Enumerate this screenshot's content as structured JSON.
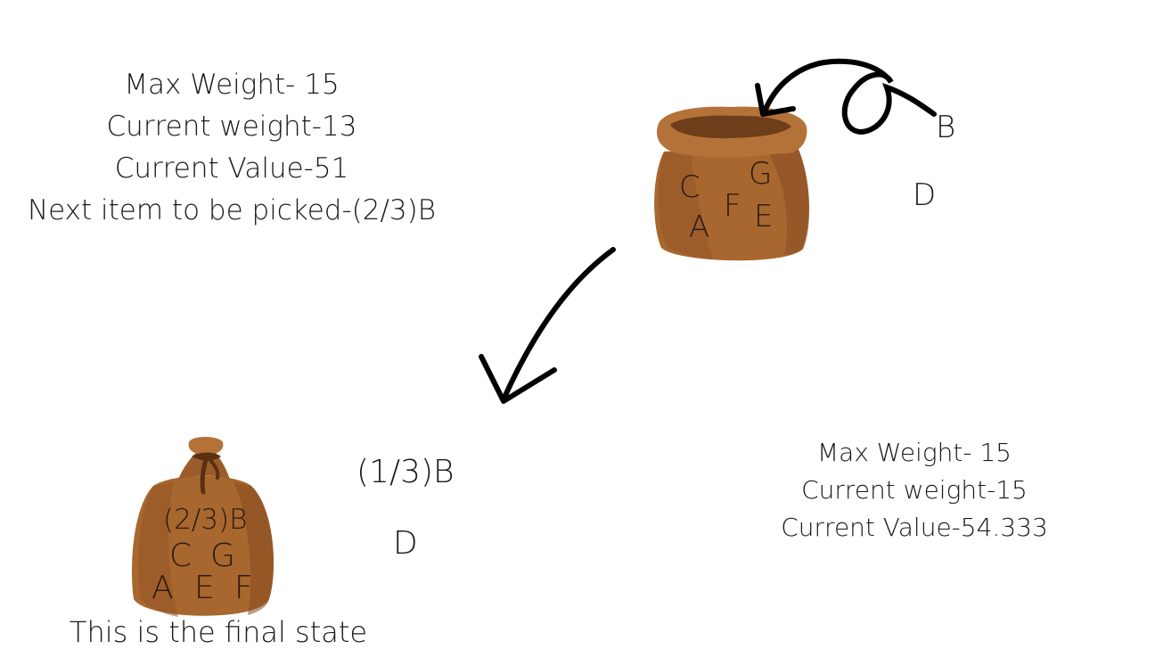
{
  "state_top": {
    "max_weight": "Max Weight- 15",
    "current_weight": "Current weight-13",
    "current_value": "Current Value-51",
    "next_item": "Next item to be picked-(2/3)B"
  },
  "open_bag": {
    "items": [
      "C",
      "G",
      "F",
      "A",
      "E"
    ]
  },
  "remaining_top": {
    "item_b": "B",
    "item_d": "D"
  },
  "state_bottom": {
    "max_weight": "Max Weight- 15",
    "current_weight": "Current weight-15",
    "current_value": "Current Value-54.333"
  },
  "closed_bag": {
    "fraction_item": "(2/3)B",
    "items": [
      "C",
      "G",
      "A",
      "E",
      "F"
    ]
  },
  "remaining_bottom": {
    "fraction_item": "(1/3)B",
    "item_d": "D"
  },
  "caption": "This is the final state",
  "colors": {
    "bag_main": "#a8672e",
    "bag_dark": "#7a4520",
    "bag_light": "#c08045",
    "ink": "#000000"
  }
}
